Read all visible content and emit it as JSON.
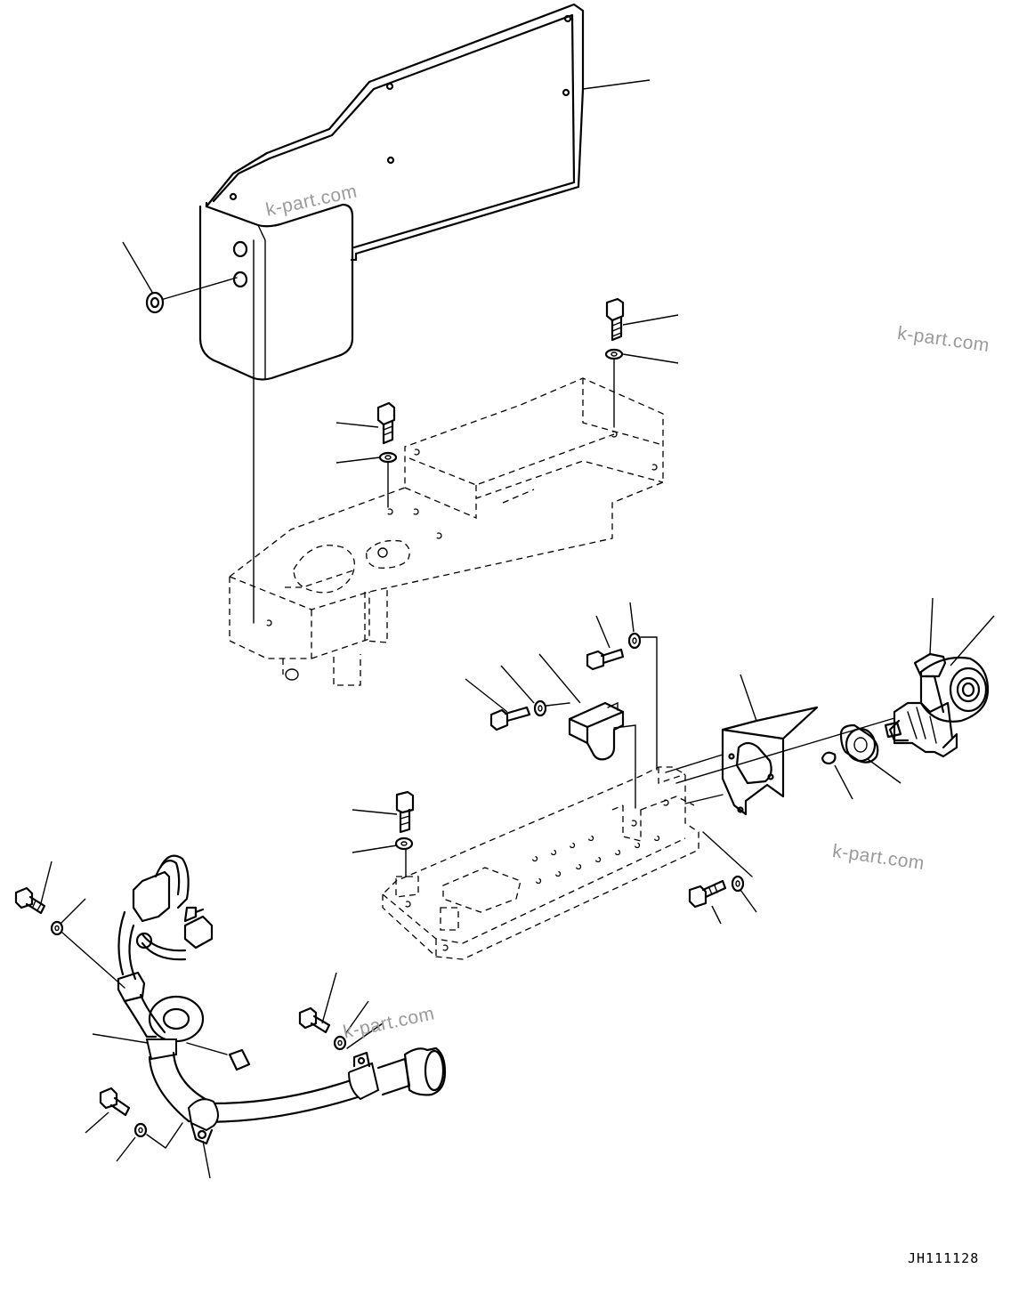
{
  "watermarks": [
    "k-part.com",
    "k-part.com",
    "k-part.com",
    "k-part.com"
  ],
  "drawing_code": "JH111128"
}
